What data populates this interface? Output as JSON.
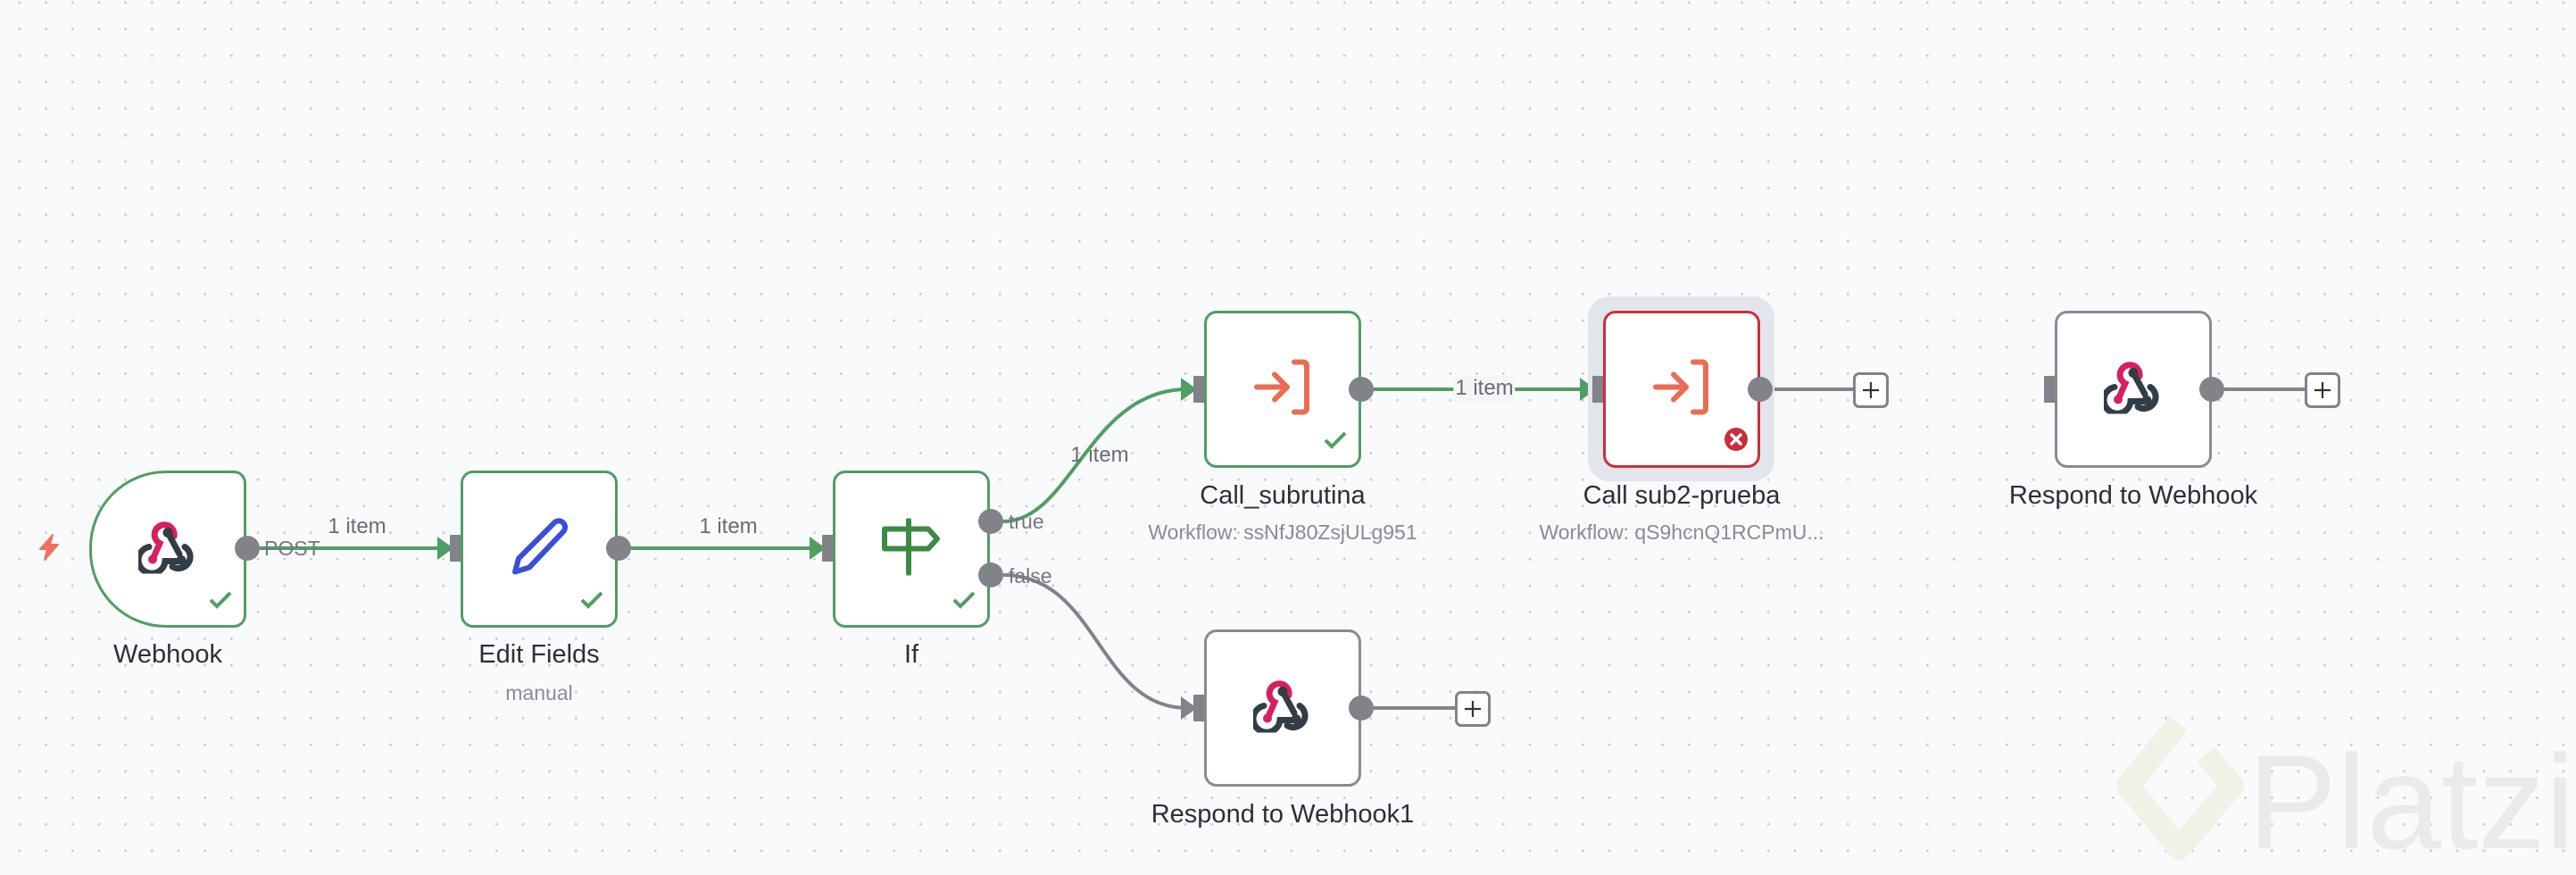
{
  "canvas": {
    "trigger_icon": "lightning-bolt-icon",
    "colors": {
      "success": "#4f9e63",
      "error": "#cc2d3a",
      "neutral": "#8a8a92",
      "webhook_pink": "#d6215e",
      "webhook_dark": "#333d45",
      "execute_workflow_coral": "#ea6c54",
      "edit_fields_blue": "#3a4fd6",
      "if_green": "#3b8a46"
    }
  },
  "nodes": [
    {
      "id": "webhook",
      "label": "Webhook",
      "subtitle": "",
      "icon": "webhook-icon",
      "status": "success",
      "output_label": "POST"
    },
    {
      "id": "edit_fields",
      "label": "Edit Fields",
      "subtitle": "manual",
      "icon": "pencil-icon",
      "status": "success"
    },
    {
      "id": "if",
      "label": "If",
      "subtitle": "",
      "icon": "signpost-icon",
      "status": "success",
      "outputs": [
        "true",
        "false"
      ]
    },
    {
      "id": "call_subrutina",
      "label": "Call_subrutina",
      "subtitle": "Workflow: ssNfJ80ZsjULg951",
      "icon": "execute-workflow-icon",
      "status": "success"
    },
    {
      "id": "call_sub2",
      "label": "Call sub2-prueba",
      "subtitle": "Workflow: qS9hcnQ1RCPmU...",
      "icon": "execute-workflow-icon",
      "status": "error",
      "selected": true
    },
    {
      "id": "respond_webhook",
      "label": "Respond to Webhook",
      "subtitle": "",
      "icon": "webhook-icon",
      "status": "idle"
    },
    {
      "id": "respond_webhook1",
      "label": "Respond to Webhook1",
      "subtitle": "",
      "icon": "webhook-icon",
      "status": "idle"
    }
  ],
  "edges": [
    {
      "from": "webhook",
      "to": "edit_fields",
      "label": "1 item",
      "executed": true
    },
    {
      "from": "edit_fields",
      "to": "if",
      "label": "1 item",
      "executed": true
    },
    {
      "from": "if.true",
      "to": "call_subrutina",
      "label": "1 item",
      "executed": true
    },
    {
      "from": "if.false",
      "to": "respond_webhook1",
      "label": "",
      "executed": false
    },
    {
      "from": "call_subrutina",
      "to": "call_sub2",
      "label": "1 item",
      "executed": true
    }
  ],
  "add_node_buttons": {
    "symbol": "+"
  },
  "watermark": {
    "text": "Platzi"
  }
}
